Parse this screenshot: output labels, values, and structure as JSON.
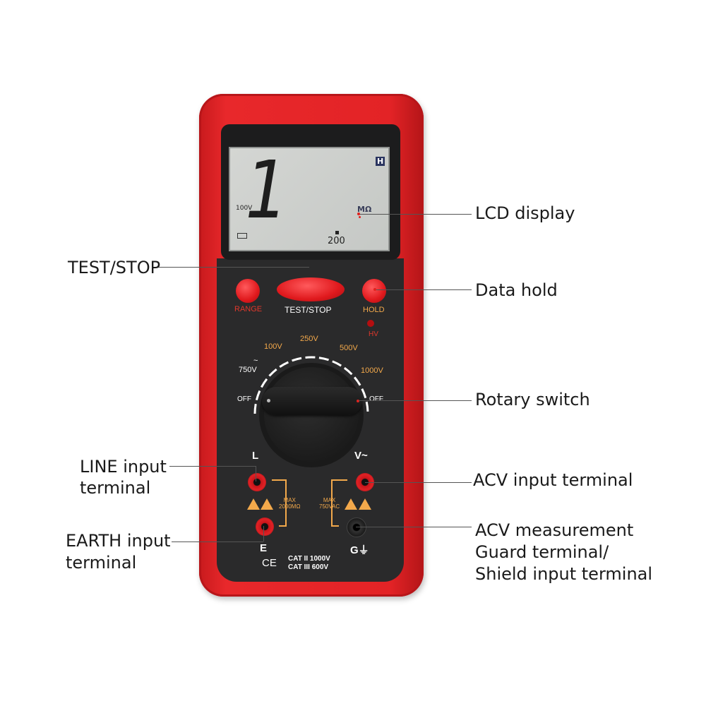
{
  "lcd": {
    "digit": "1",
    "voltage": "100V",
    "unit": "MΩ",
    "range": "200",
    "hold_indicator": "H"
  },
  "buttons": {
    "range": "RANGE",
    "test_stop": "TEST/STOP",
    "hold": "HOLD",
    "hv": "HV"
  },
  "dial": {
    "positions": [
      "100V",
      "250V",
      "500V",
      "1000V",
      "750V",
      "OFF",
      "OFF"
    ],
    "ac_symbol": "~"
  },
  "terminals": {
    "line": "L",
    "voltage": "V~",
    "earth": "E",
    "guard": "G⏚",
    "max_left": "MAX\n2000MΩ",
    "max_right": "MAX\n750VAC"
  },
  "certification": {
    "ce": "CE",
    "cat_line1": "CAT II 1000V",
    "cat_line2": "CAT III 600V"
  },
  "callouts": {
    "lcd_display": "LCD display",
    "test_stop": "TEST/STOP",
    "data_hold": "Data hold",
    "rotary_switch": "Rotary switch",
    "line_input": [
      "LINE input",
      "terminal"
    ],
    "acv_input": "ACV input terminal",
    "earth_input": [
      "EARTH input",
      "terminal"
    ],
    "guard_terminal": [
      "ACV measurement",
      "Guard terminal/",
      "Shield input terminal"
    ]
  },
  "colors": {
    "body_red": "#e32326",
    "face_dark": "#2a2a2b",
    "label_orange": "#f3a94b",
    "lcd_gray": "#cfd1ce"
  }
}
